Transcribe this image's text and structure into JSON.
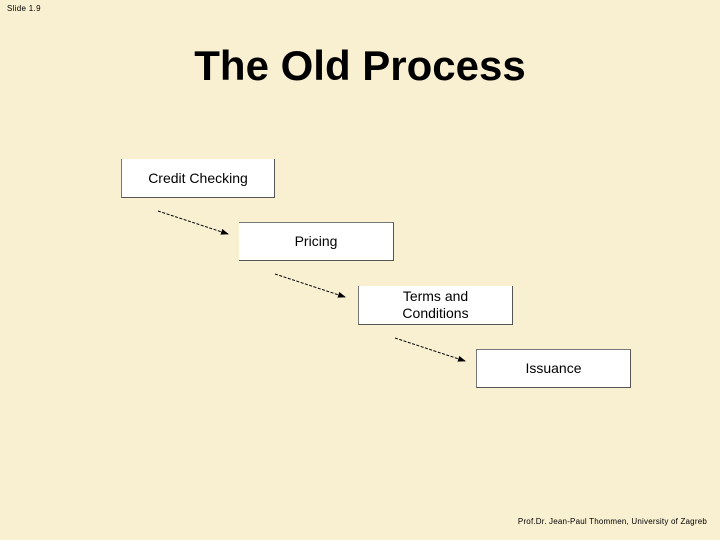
{
  "slide_number": "Slide 1.9",
  "title": "The Old Process",
  "steps": [
    {
      "label": "Credit Checking"
    },
    {
      "label": "Pricing"
    },
    {
      "label": "Terms and\nConditions"
    },
    {
      "label": "Issuance"
    }
  ],
  "footer": "Prof.Dr. Jean-Paul Thommen,  University of Zagreb",
  "colors": {
    "background": "#f9efd1",
    "box_fill": "#ffffff",
    "text": "#000000"
  }
}
